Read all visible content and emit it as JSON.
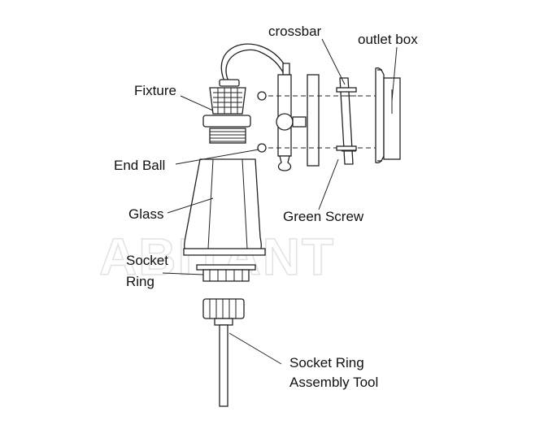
{
  "diagram": {
    "watermark": "ABITANT",
    "labels": {
      "crossbar": "crossbar",
      "outlet_box": "outlet box",
      "fixture": "Fixture",
      "end_ball": "End Ball",
      "glass": "Glass",
      "green_screw": "Green Screw",
      "socket_ring_line1": "Socket",
      "socket_ring_line2": "Ring",
      "tool_line1": "Socket Ring",
      "tool_line2": "Assembly Tool"
    }
  }
}
